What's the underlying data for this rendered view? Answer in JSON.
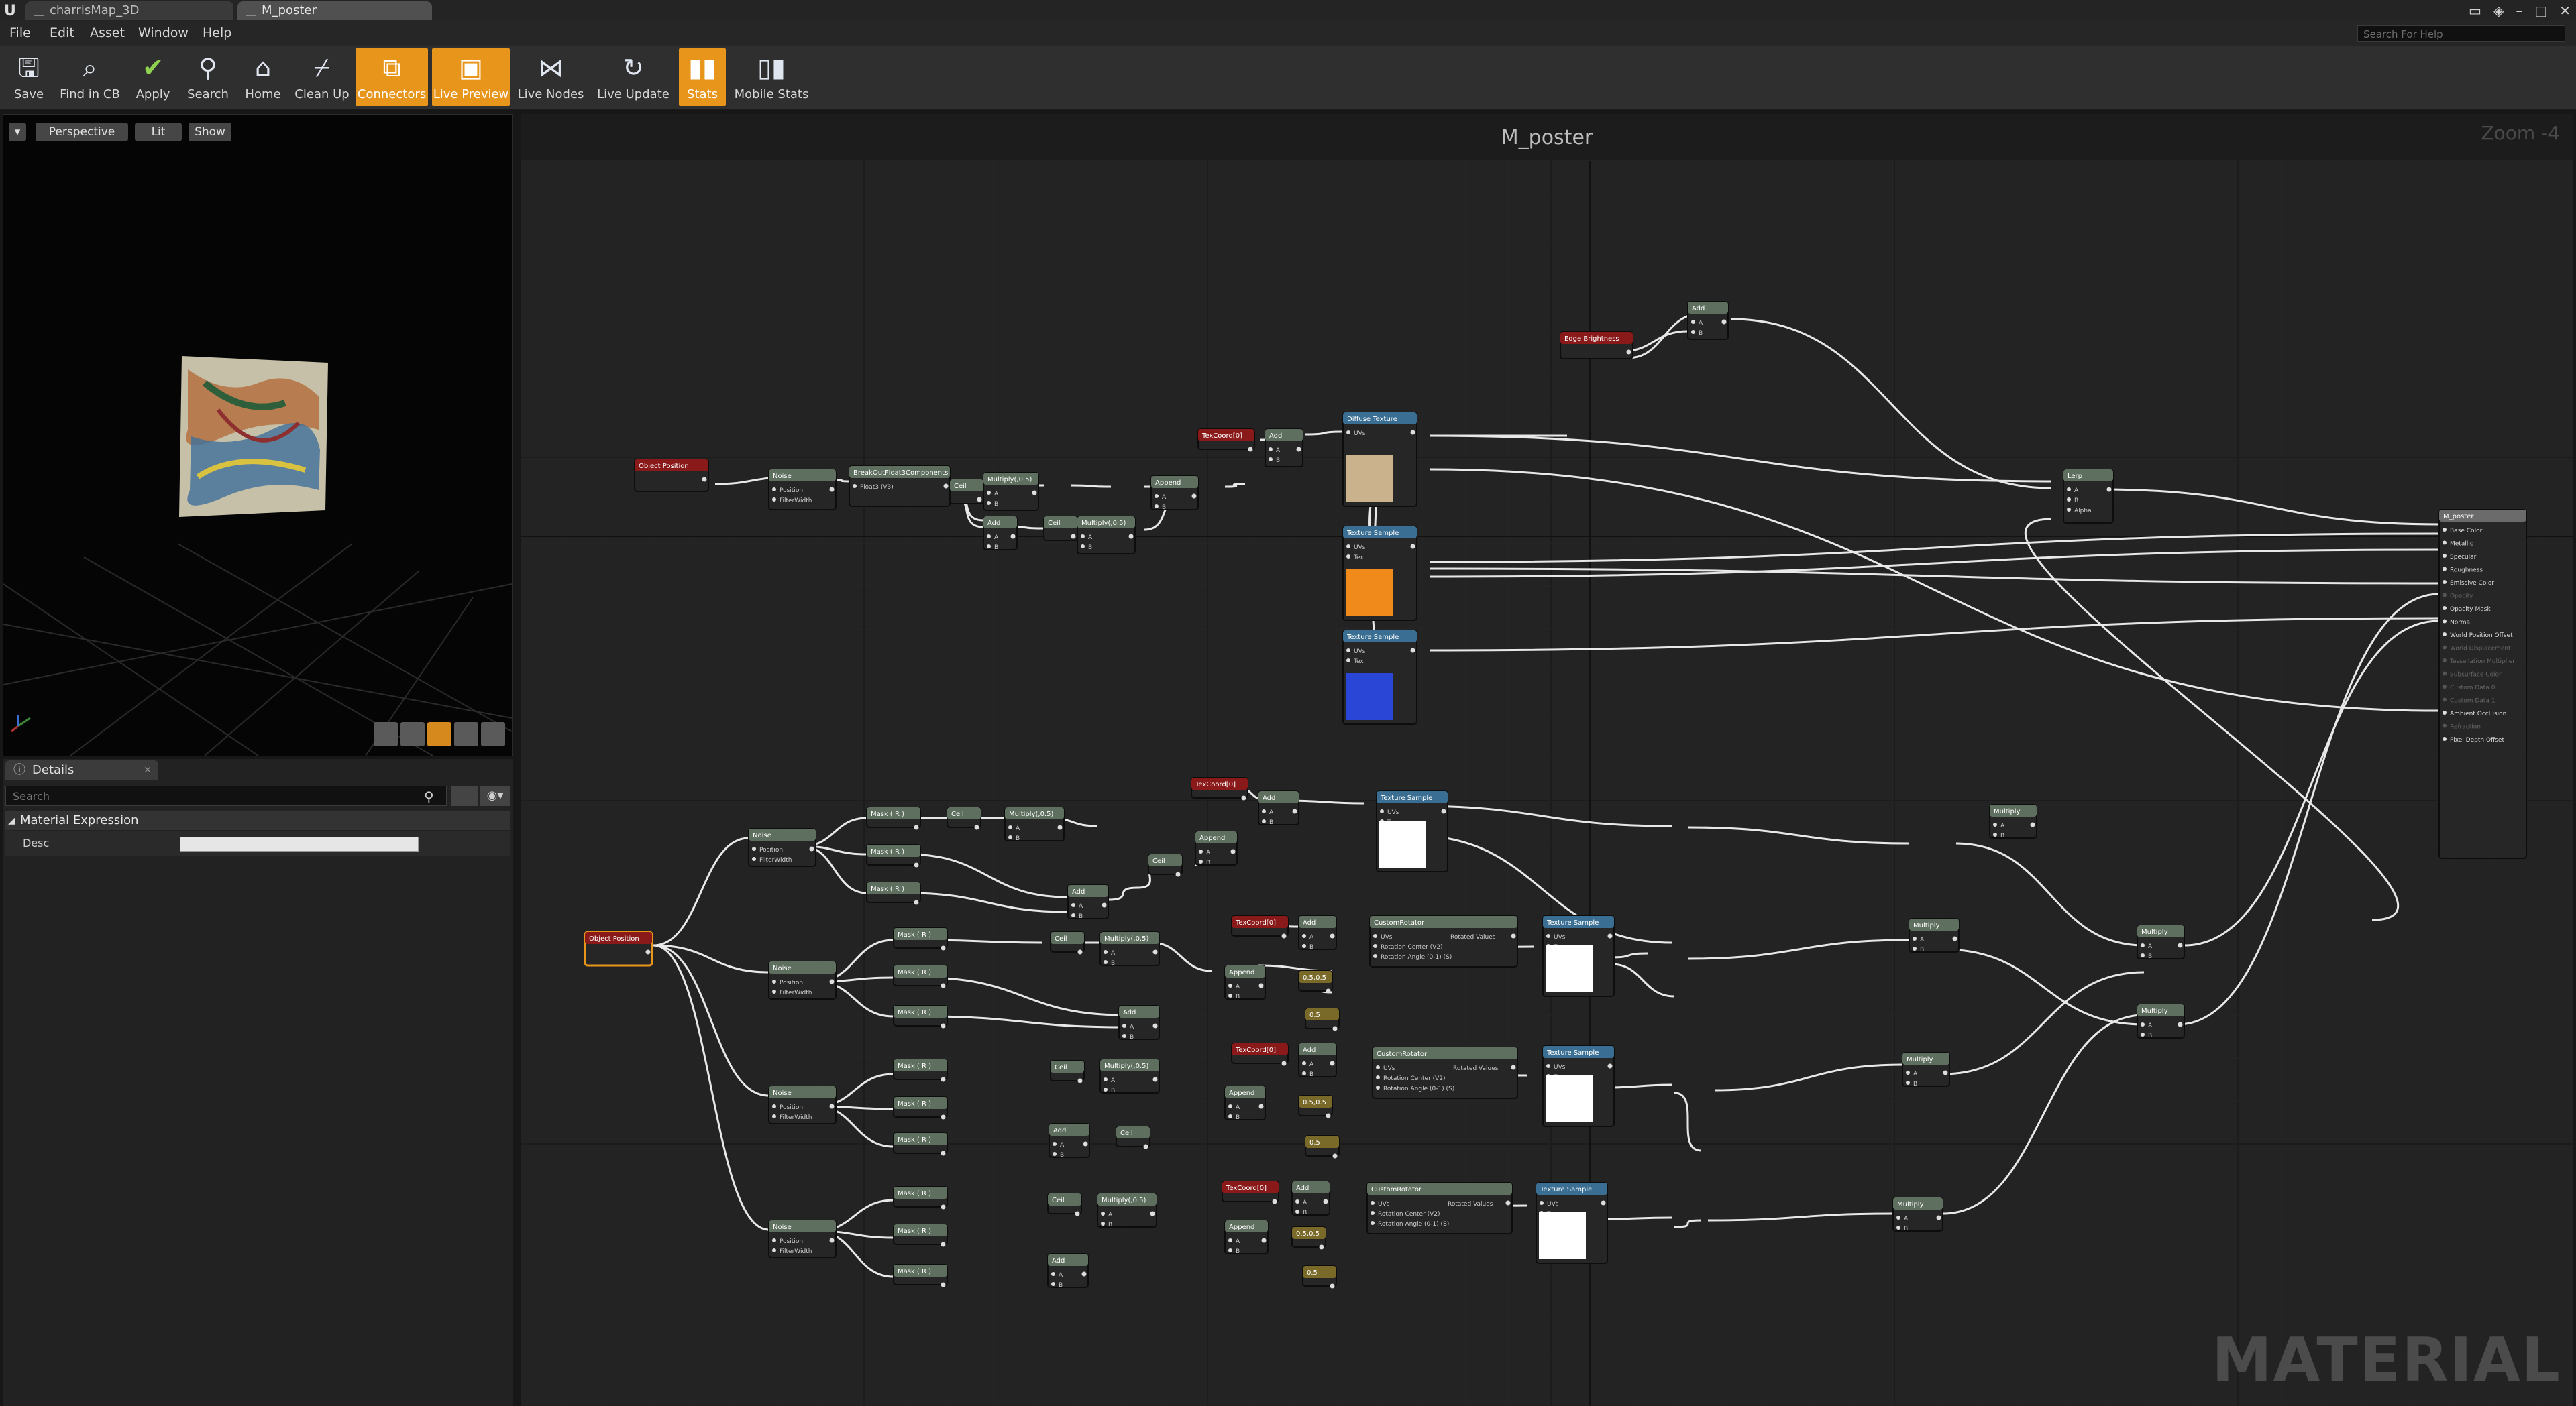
{
  "tabs": [
    {
      "label": "charrisMap_3D",
      "active": false
    },
    {
      "label": "M_poster",
      "active": true
    }
  ],
  "menu": [
    "File",
    "Edit",
    "Asset",
    "Window",
    "Help"
  ],
  "help_search_placeholder": "Search For Help",
  "toolbar": [
    {
      "label": "Save",
      "icon": "save-icon",
      "on": false
    },
    {
      "label": "Find in CB",
      "icon": "find-icon",
      "on": false
    },
    {
      "label": "Apply",
      "icon": "check-icon",
      "on": false
    },
    {
      "label": "Search",
      "icon": "search-icon",
      "on": false
    },
    {
      "label": "Home",
      "icon": "home-icon",
      "on": false
    },
    {
      "label": "Clean Up",
      "icon": "broom-icon",
      "on": false
    },
    {
      "label": "Connectors",
      "icon": "connectors-icon",
      "on": true
    },
    {
      "label": "Live Preview",
      "icon": "preview-icon",
      "on": true
    },
    {
      "label": "Live Nodes",
      "icon": "nodes-icon",
      "on": false
    },
    {
      "label": "Live Update",
      "icon": "update-icon",
      "on": false
    },
    {
      "label": "Stats",
      "icon": "stats-icon",
      "on": true
    },
    {
      "label": "Mobile Stats",
      "icon": "mobile-stats-icon",
      "on": false
    }
  ],
  "viewport": {
    "perspective": "Perspective",
    "lit": "Lit",
    "show": "Show"
  },
  "details": {
    "tab_label": "Details",
    "search_placeholder": "Search",
    "section": "Material Expression",
    "prop_label": "Desc"
  },
  "graph": {
    "title": "M_poster",
    "zoom": "Zoom -4",
    "watermark": "MATERIAL",
    "colors": {
      "wire": "#e8e8e8",
      "node_body": "#262626",
      "param_header": "#8a1a1a",
      "math_header": "#5f6f5f",
      "texture_header": "#3a6f93",
      "result_header": "#6b6b6b"
    },
    "nodes": [
      {
        "label": "Object Position"
      },
      {
        "label": "Noise"
      },
      {
        "label": "BreakOutFloat3Components"
      },
      {
        "label": "Ceil"
      },
      {
        "label": "Multiply(,0.5)"
      },
      {
        "label": "Add"
      },
      {
        "label": "TexCoord[0]"
      },
      {
        "label": "Append"
      },
      {
        "label": "Diffuse Texture"
      },
      {
        "label": "Texture Sample"
      },
      {
        "label": "Edge Brightness"
      },
      {
        "label": "Lerp"
      },
      {
        "label": "Multiply"
      },
      {
        "label": "Mask ( R )"
      },
      {
        "label": "CustomRotator"
      },
      {
        "label": "Rotated Values"
      },
      {
        "label": "0.5"
      },
      {
        "label": "0.5,0.5"
      },
      {
        "label": "M_poster"
      }
    ],
    "result_pins": [
      "Base Color",
      "Metallic",
      "Specular",
      "Roughness",
      "Emissive Color",
      "Opacity",
      "Opacity Mask",
      "Normal",
      "World Position Offset",
      "World Displacement",
      "Tessellation Multiplier",
      "Subsurface Color",
      "Custom Data 0",
      "Custom Data 1",
      "Ambient Occlusion",
      "Refraction",
      "Pixel Depth Offset"
    ],
    "pin_labels": {
      "uvs": "UVs",
      "tex": "Tex",
      "position": "Position",
      "filter_width": "FilterWidth",
      "a": "A",
      "b": "B",
      "alpha": "Alpha",
      "rotation_center": "Rotation Center (V2)",
      "rotation_angle": "Rotation Angle (0-1) (S)",
      "float3": "Float3 (V3)"
    }
  }
}
